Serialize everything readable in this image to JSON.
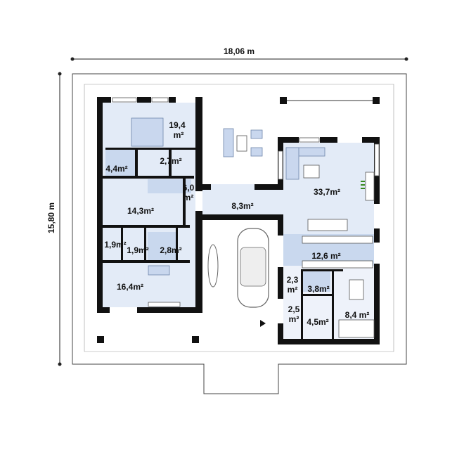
{
  "dimensions": {
    "width": "18,06 m",
    "height": "15,80 m"
  },
  "rooms": {
    "bedroom_master": [
      "19,4",
      "m²"
    ],
    "wardrobe_master": "2,7m²",
    "bathroom_master": "4,4m²",
    "hall_link": [
      "6,0",
      "m²"
    ],
    "hall_bedrooms": "14,3m²",
    "hallway": "8,3m²",
    "living": "33,7m²",
    "kitchen": "12,6 m²",
    "closet_a": "1,9m²",
    "closet_b": "1,9m²",
    "bathroom_small": "2,8m²",
    "bedroom_2": "16,4m²",
    "vestibule_a": [
      "2,3",
      "m²"
    ],
    "bathroom_main": "3,8m²",
    "vestibule_b": [
      "2,5",
      "m²"
    ],
    "wardrobe_entry": "4,5m²",
    "utility": "8,4 m²"
  },
  "colors": {
    "floor": "#e3ebf7",
    "kitchen": "#c9d8ee",
    "wall": "#111111"
  }
}
